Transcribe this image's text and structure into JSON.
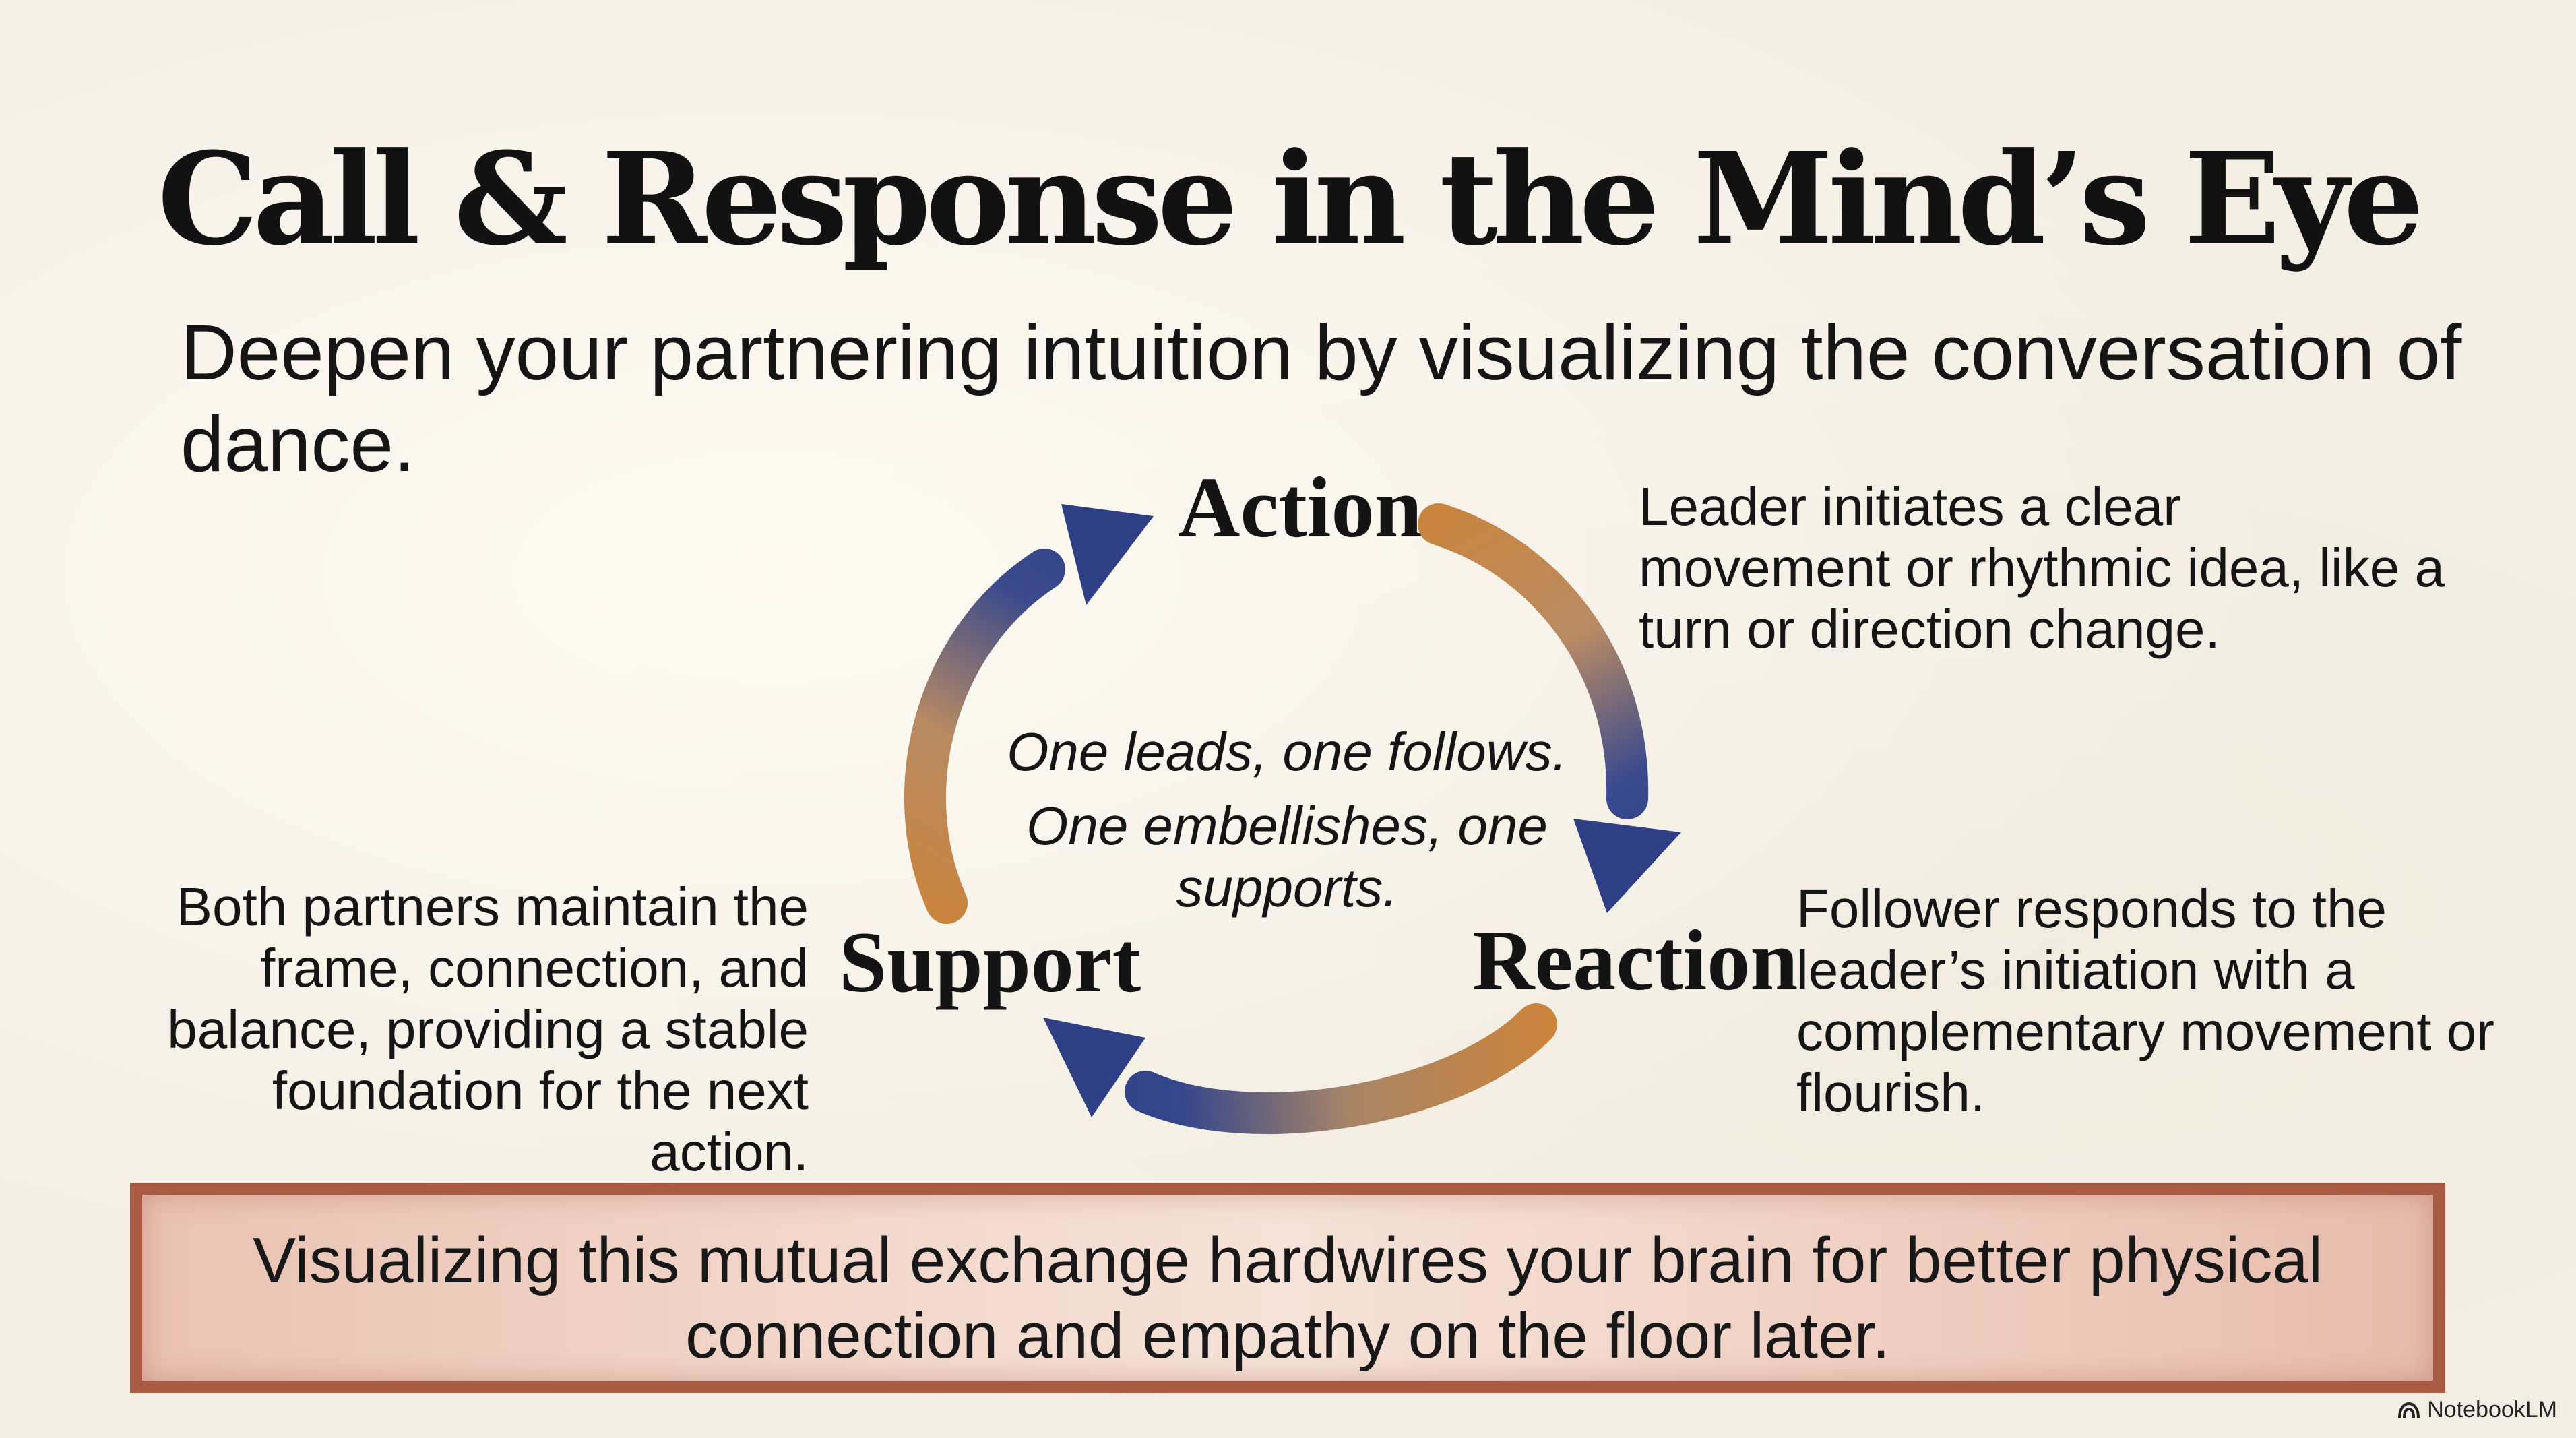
{
  "title": "Call & Response in the Mind’s Eye",
  "subtitle": "Deepen your partnering intuition by visualizing the conversation of dance.",
  "cycle": {
    "center_line1": "One leads, one follows.",
    "center_line2": "One embellishes, one supports.",
    "nodes": [
      {
        "label": "Action",
        "description": "Leader initiates a clear movement or rhythmic idea, like a turn or direction change."
      },
      {
        "label": "Reaction",
        "description": "Follower responds to the leader’s initiation with a complementary movement or flourish."
      },
      {
        "label": "Support",
        "description": "Both partners maintain the frame, connection, and balance, providing a stable foundation for the next action."
      }
    ],
    "arrow_colors": {
      "blue": "#2e3f86",
      "orange": "#c9843e"
    }
  },
  "banner": {
    "text": "Visualizing this mutual exchange hardwires your brain for better physical connection and empathy on the floor later.",
    "border_color": "#a85a43"
  },
  "brand": {
    "label": "NotebookLM",
    "icon": "notebooklm-logo-icon"
  }
}
